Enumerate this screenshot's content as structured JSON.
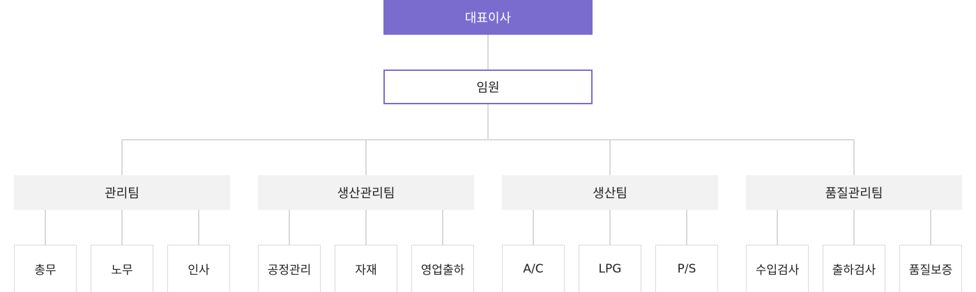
{
  "colors": {
    "accent": "#7a6ccf",
    "team_bg": "#f2f2f2",
    "line": "#d9d9d9",
    "sub_border": "#d9d9d9"
  },
  "ceo": {
    "label": "대표이사"
  },
  "executives": {
    "label": "임원"
  },
  "teams": [
    {
      "label": "관리팀",
      "subs": [
        "총무",
        "노무",
        "인사"
      ]
    },
    {
      "label": "생산관리팀",
      "subs": [
        "공정관리",
        "자재",
        "영업출하"
      ]
    },
    {
      "label": "생산팀",
      "subs": [
        "A/C",
        "LPG",
        "P/S"
      ]
    },
    {
      "label": "품질관리팀",
      "subs": [
        "수입검사",
        "출하검사",
        "품질보증"
      ]
    }
  ]
}
